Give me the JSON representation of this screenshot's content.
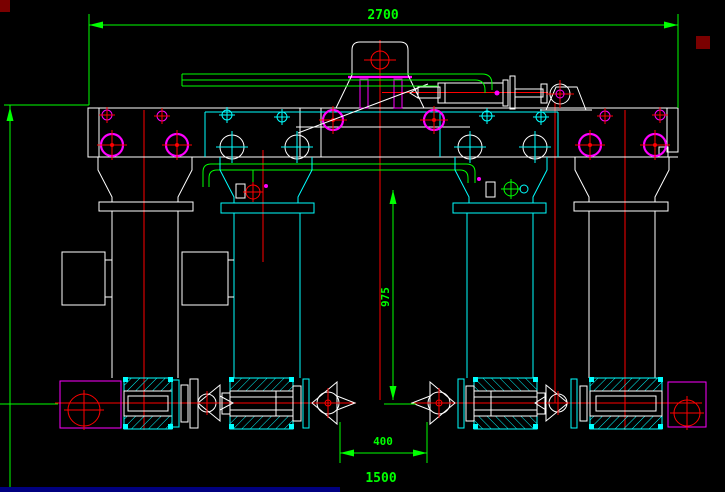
{
  "drawing": {
    "background_color": "#000000",
    "dims": {
      "overall_width": "2700",
      "column_height": "975",
      "center_gap": "400",
      "lower_span": "1500"
    },
    "colors": {
      "dimension_green": "#00ff00",
      "outline_white": "#ffffff",
      "secondary_cyan": "#00ffff",
      "centerline_red": "#ff0000",
      "detail_magenta": "#ff00ff",
      "artifact_maroon": "#800000",
      "artifact_blue": "#000080"
    }
  }
}
